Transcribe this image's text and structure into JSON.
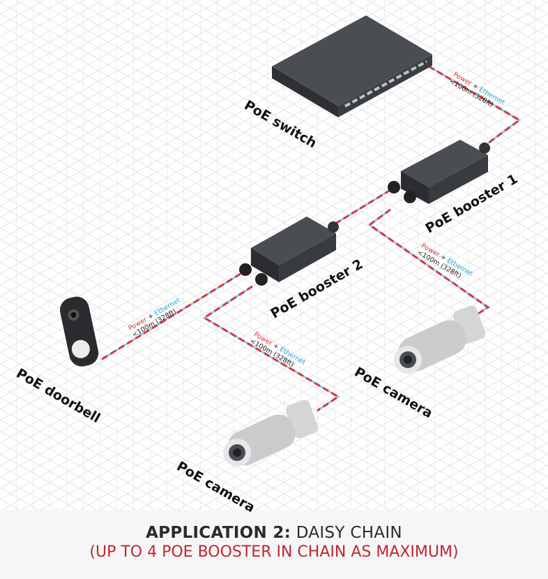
{
  "devices": {
    "switch": "PoE switch",
    "booster1": "PoE booster 1",
    "booster2": "PoE booster 2",
    "doorbell": "PoE doorbell",
    "camera_right": "PoE camera",
    "camera_bottom": "PoE camera"
  },
  "cable_label": {
    "power": "Power",
    "plus": "+",
    "ethernet": "Ethernet",
    "distance": "<100m (328ft)"
  },
  "colors": {
    "power": "#d9363e",
    "ethernet": "#2aa7d8",
    "device": "#3a3d41",
    "camera": "#c9cbcd"
  },
  "caption": {
    "bold": "APPLICATION 2:",
    "regular": "DAISY CHAIN",
    "subtitle": "(UP TO 4 POE BOOSTER IN CHAIN AS MAXIMUM)"
  }
}
